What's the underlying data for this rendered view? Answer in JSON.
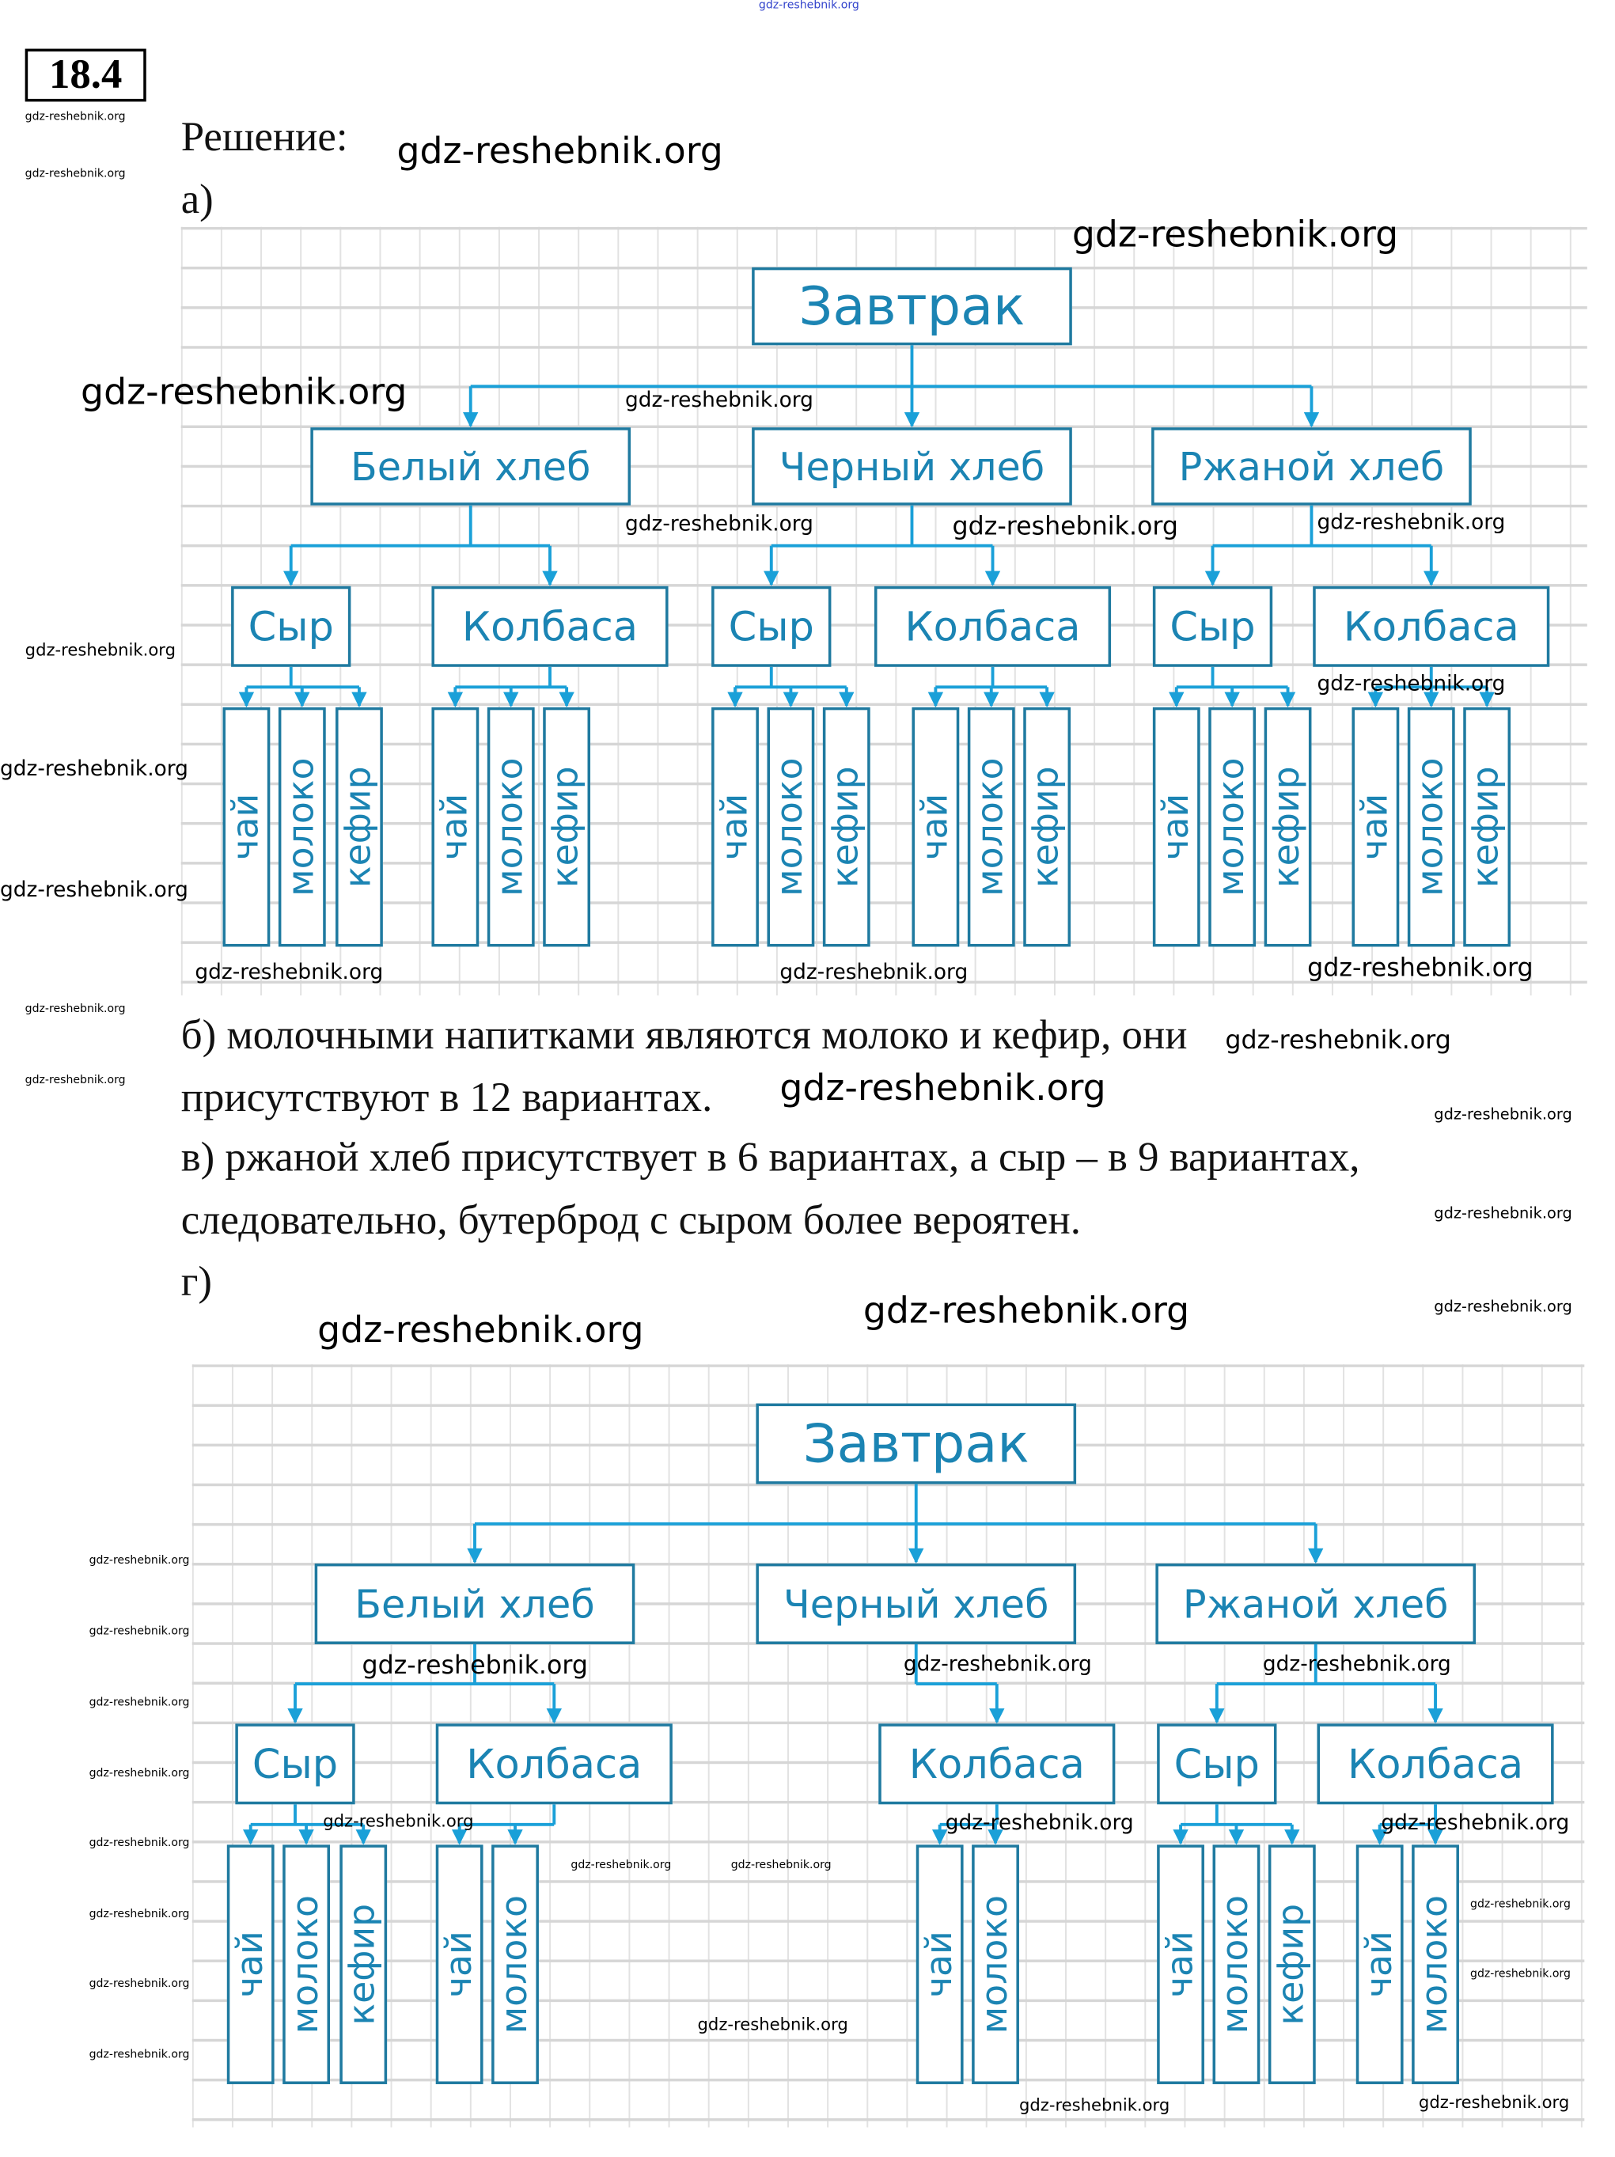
{
  "header": {
    "problem_number": "18.4",
    "solution_label": "Решение:",
    "part_a_label": "а)",
    "part_g_label": "г)"
  },
  "watermark": "gdz-reshebnik.org",
  "answers": {
    "b_line1": "б) молочными напитками являются молоко и кефир, они",
    "b_line2": "присутствуют в 12 вариантах.",
    "v_line1": "в) ржаной хлеб присутствует в 6 вариантах, а сыр – в 9 вариантах,",
    "v_line2": "следовательно, бутерброд с сыром более вероятен."
  },
  "colors": {
    "box_border": "#1f7aa0",
    "box_text": "#1b84b3",
    "arrow": "#1aa0d8"
  },
  "diagram_a": {
    "root": "Завтрак",
    "breads": [
      {
        "label": "Белый хлеб",
        "fillings": [
          {
            "label": "Сыр",
            "drinks": [
              "чай",
              "молоко",
              "кефир"
            ]
          },
          {
            "label": "Колбаса",
            "drinks": [
              "чай",
              "молоко",
              "кефир"
            ]
          }
        ]
      },
      {
        "label": "Черный хлеб",
        "fillings": [
          {
            "label": "Сыр",
            "drinks": [
              "чай",
              "молоко",
              "кефир"
            ]
          },
          {
            "label": "Колбаса",
            "drinks": [
              "чай",
              "молоко",
              "кефир"
            ]
          }
        ]
      },
      {
        "label": "Ржаной хлеб",
        "fillings": [
          {
            "label": "Сыр",
            "drinks": [
              "чай",
              "молоко",
              "кефир"
            ]
          },
          {
            "label": "Колбаса",
            "drinks": [
              "чай",
              "молоко",
              "кефир"
            ]
          }
        ]
      }
    ]
  },
  "diagram_g": {
    "root": "Завтрак",
    "breads": [
      {
        "label": "Белый хлеб",
        "fillings": [
          {
            "label": "Сыр",
            "drinks": [
              "чай",
              "молоко",
              "кефир"
            ]
          },
          {
            "label": "Колбаса",
            "drinks": [
              "чай",
              "молоко"
            ]
          }
        ]
      },
      {
        "label": "Черный хлеб",
        "fillings": [
          {
            "label": "Колбаса",
            "drinks": [
              "чай",
              "молоко"
            ]
          }
        ]
      },
      {
        "label": "Ржаной хлеб",
        "fillings": [
          {
            "label": "Сыр",
            "drinks": [
              "чай",
              "молоко",
              "кефир"
            ]
          },
          {
            "label": "Колбаса",
            "drinks": [
              "чай",
              "молоко"
            ]
          }
        ]
      }
    ]
  }
}
